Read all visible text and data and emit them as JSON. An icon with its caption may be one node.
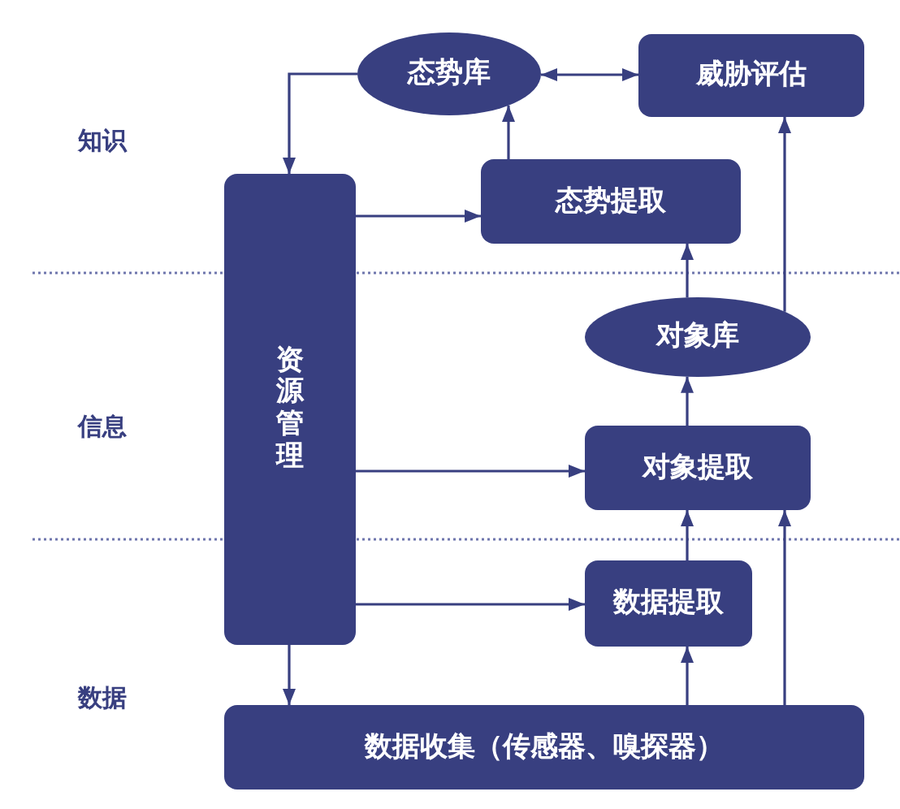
{
  "diagram": {
    "nodes": [
      {
        "text": [
          "态势库"
        ]
      },
      {
        "text": [
          "威胁评估"
        ]
      },
      {
        "text": [
          "资源管理"
        ]
      },
      {
        "text": [
          "态势提取"
        ]
      },
      {
        "text": [
          "对象库"
        ]
      },
      {
        "text": [
          "对象提取"
        ]
      },
      {
        "text": [
          "数据提取"
        ]
      },
      {
        "text": [
          "数据收集（传感器、嗅探器）"
        ]
      }
    ],
    "edges": [
      {
        "from": 0,
        "to": 2,
        "arrow": "to"
      },
      {
        "from": 0,
        "to": 1,
        "arrow": "both"
      },
      {
        "from": 3,
        "to": 0,
        "arrow": "to"
      },
      {
        "from": 2,
        "to": 3,
        "arrow": "to"
      },
      {
        "from": 4,
        "to": 3,
        "arrow": "to"
      },
      {
        "from": 4,
        "to": 1,
        "arrow": "to"
      },
      {
        "from": 5,
        "to": 4,
        "arrow": "to"
      },
      {
        "from": 2,
        "to": 5,
        "arrow": "to"
      },
      {
        "from": 6,
        "to": 5,
        "arrow": "to"
      },
      {
        "from": 7,
        "to": 5,
        "arrow": "to"
      },
      {
        "from": 2,
        "to": 6,
        "arrow": "to"
      },
      {
        "from": 2,
        "to": 7,
        "arrow": "to"
      },
      {
        "from": 7,
        "to": 6,
        "arrow": "to"
      }
    ],
    "labels": [
      "知识",
      "信息",
      "数据"
    ]
  }
}
